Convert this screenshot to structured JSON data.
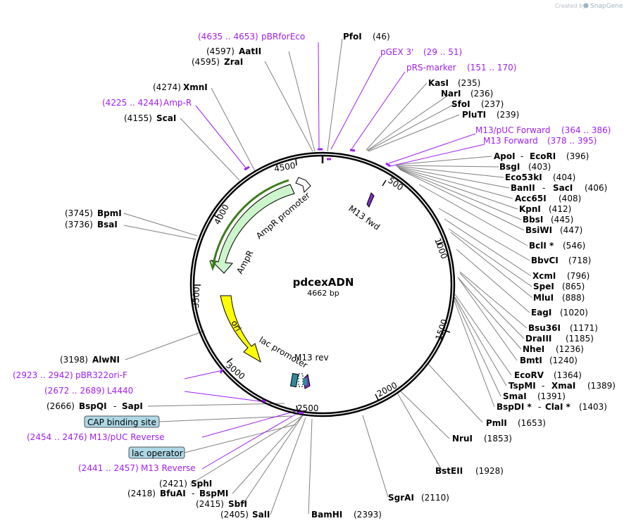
{
  "credit": {
    "created_by": "Created by",
    "brand": "SnapGene"
  },
  "plasmid": {
    "name": "pdcexADN",
    "size": "4662 bp"
  },
  "ticks": [
    "4500",
    "500",
    "4000",
    "1000",
    "3500",
    "1500",
    "3000",
    "2000",
    "2500"
  ],
  "enzymes": [
    {
      "name": "PfoI",
      "pos": "(46)"
    },
    {
      "name": "AatII",
      "pos": "(4597)"
    },
    {
      "name": "ZraI",
      "pos": "(4595)"
    },
    {
      "name": "KasI",
      "pos": "(235)"
    },
    {
      "name": "NarI",
      "pos": "(236)"
    },
    {
      "name": "SfoI",
      "pos": "(237)"
    },
    {
      "name": "PluTI",
      "pos": "(239)"
    },
    {
      "name": "XmnI",
      "pos": "(4274)"
    },
    {
      "name": "ScaI",
      "pos": "(4155)"
    },
    {
      "name": "ApoI",
      "pos": ""
    },
    {
      "name": "EcoRI",
      "pos": "(396)"
    },
    {
      "name": "BsgI",
      "pos": "(403)"
    },
    {
      "name": "Eco53kI",
      "pos": "(404)"
    },
    {
      "name": "BanII",
      "pos": ""
    },
    {
      "name": "SacI",
      "pos": "(406)"
    },
    {
      "name": "Acc65I",
      "pos": "(408)"
    },
    {
      "name": "KpnI",
      "pos": "(412)"
    },
    {
      "name": "BbsI",
      "pos": "(445)"
    },
    {
      "name": "BsiWI",
      "pos": "(447)"
    },
    {
      "name": "BpmI",
      "pos": "(3745)"
    },
    {
      "name": "BsaI",
      "pos": "(3736)"
    },
    {
      "name": "BclI *",
      "pos": "(546)"
    },
    {
      "name": "BbvCI",
      "pos": "(718)"
    },
    {
      "name": "XcmI",
      "pos": "(796)"
    },
    {
      "name": "SpeI",
      "pos": "(865)"
    },
    {
      "name": "MluI",
      "pos": "(888)"
    },
    {
      "name": "EagI",
      "pos": "(1020)"
    },
    {
      "name": "Bsu36I",
      "pos": "(1171)"
    },
    {
      "name": "DraIII",
      "pos": "(1185)"
    },
    {
      "name": "NheI",
      "pos": "(1236)"
    },
    {
      "name": "BmtI",
      "pos": "(1240)"
    },
    {
      "name": "AlwNI",
      "pos": "(3198)"
    },
    {
      "name": "EcoRV",
      "pos": "(1364)"
    },
    {
      "name": "TspMI",
      "pos": ""
    },
    {
      "name": "XmaI",
      "pos": "(1389)"
    },
    {
      "name": "SmaI",
      "pos": "(1391)"
    },
    {
      "name": "BspDI *",
      "pos": ""
    },
    {
      "name": "ClaI *",
      "pos": "(1403)"
    },
    {
      "name": "BspQI",
      "pos": "(2666)"
    },
    {
      "name": "SapI",
      "pos": ""
    },
    {
      "name": "PmlI",
      "pos": "(1653)"
    },
    {
      "name": "NruI",
      "pos": "(1853)"
    },
    {
      "name": "BstEII",
      "pos": "(1928)"
    },
    {
      "name": "SphI",
      "pos": "(2421)"
    },
    {
      "name": "BfuAI",
      "pos": "(2418)"
    },
    {
      "name": "BspMI",
      "pos": ""
    },
    {
      "name": "SbfI",
      "pos": "(2415)"
    },
    {
      "name": "SalI",
      "pos": "(2405)"
    },
    {
      "name": "BamHI",
      "pos": "(2393)"
    },
    {
      "name": "SgrAI",
      "pos": "(2110)"
    }
  ],
  "primers": [
    {
      "range": "(4635 .. 4653)",
      "name": "pBRforEco"
    },
    {
      "range": "(29 .. 51)",
      "name": "pGEX 3'"
    },
    {
      "range": "(151 .. 170)",
      "name": "pRS-marker"
    },
    {
      "range": "(364 .. 386)",
      "name": "M13/pUC Forward"
    },
    {
      "range": "(378 .. 395)",
      "name": "M13 Forward"
    },
    {
      "range": "(4225 .. 4244)",
      "name": "Amp-R"
    },
    {
      "range": "(2923 .. 2942)",
      "name": "pBR322ori-F"
    },
    {
      "range": "(2672 .. 2689)",
      "name": "L4440"
    },
    {
      "range": "(2454 .. 2476)",
      "name": "M13/pUC Reverse"
    },
    {
      "range": "(2441 .. 2457)",
      "name": "M13 Reverse"
    }
  ],
  "boxed_features": [
    "CAP binding site",
    "lac operator"
  ],
  "inner_features": {
    "m13fwd": "M13 fwd",
    "amp_promoter": "AmpR promoter",
    "ampr": "AmpR",
    "ori": "ori",
    "lac_promoter": "lac promoter",
    "m13rev": "M13 rev"
  },
  "colors": {
    "primer": "#a020f0",
    "ampr_fill": "#ccf5cc",
    "ori_fill": "#ffff00",
    "box_fill": "#add8e6",
    "backbone": "#000000",
    "leader": "#808080"
  }
}
